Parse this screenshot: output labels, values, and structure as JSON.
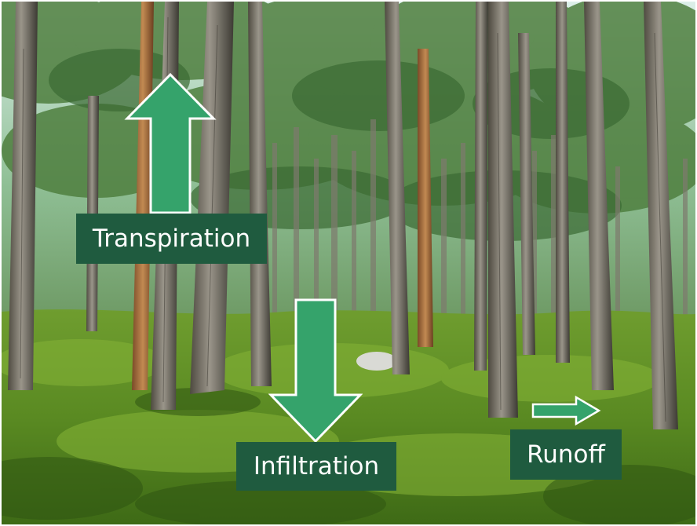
{
  "labels": {
    "transpiration": "Transpiration",
    "infiltration": "Infiltration",
    "runoff": "Runoff"
  },
  "colors": {
    "arrow_fill": "#35a36b",
    "arrow_stroke": "#ffffff",
    "label_bg": "#1f5b3f",
    "label_text": "#ffffff"
  },
  "arrows": {
    "transpiration": "arrow-up-icon",
    "infiltration": "arrow-down-icon",
    "runoff": "arrow-right-icon"
  }
}
